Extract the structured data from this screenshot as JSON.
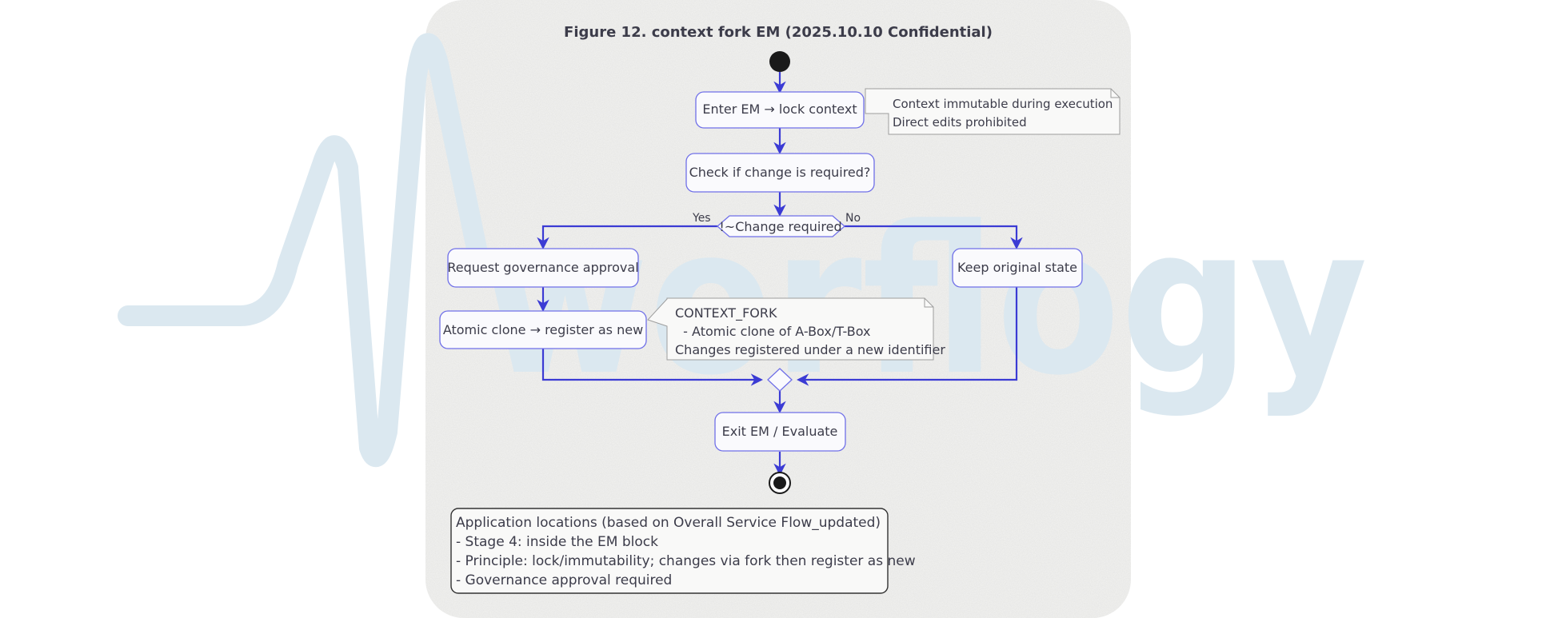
{
  "title": "Figure 12. context fork EM (2025.10.10 Confidential)",
  "watermark": {
    "text": "worflogy",
    "color": "#dbe8f0"
  },
  "colors": {
    "edge": "#3b3bd4",
    "node_border": "#6f6fe8",
    "node_fill": "#fafafd",
    "paper": "#f3f3f1",
    "text": "#3c3c4a",
    "note_border": "#9d9d9d",
    "legend_border": "#333333"
  },
  "nodes": {
    "enter": "Enter EM → lock context",
    "check": "Check if change is required?",
    "decision": "!~Change required",
    "request": "Request governance approval",
    "clone": "Atomic clone → register as new",
    "keep": "Keep original state",
    "exit": "Exit EM / Evaluate"
  },
  "branches": {
    "yes": "Yes",
    "no": "No"
  },
  "notes": {
    "lock": [
      "Context immutable during execution",
      "Direct edits prohibited"
    ],
    "fork": [
      "CONTEXT_FORK",
      "  - Atomic clone of A-Box/T-Box",
      "Changes registered under a new identifier"
    ]
  },
  "legend": [
    "Application locations (based on Overall Service Flow_updated)",
    "- Stage 4: inside the EM block",
    "- Principle: lock/immutability; changes via fork then register as new",
    "- Governance approval required"
  ]
}
